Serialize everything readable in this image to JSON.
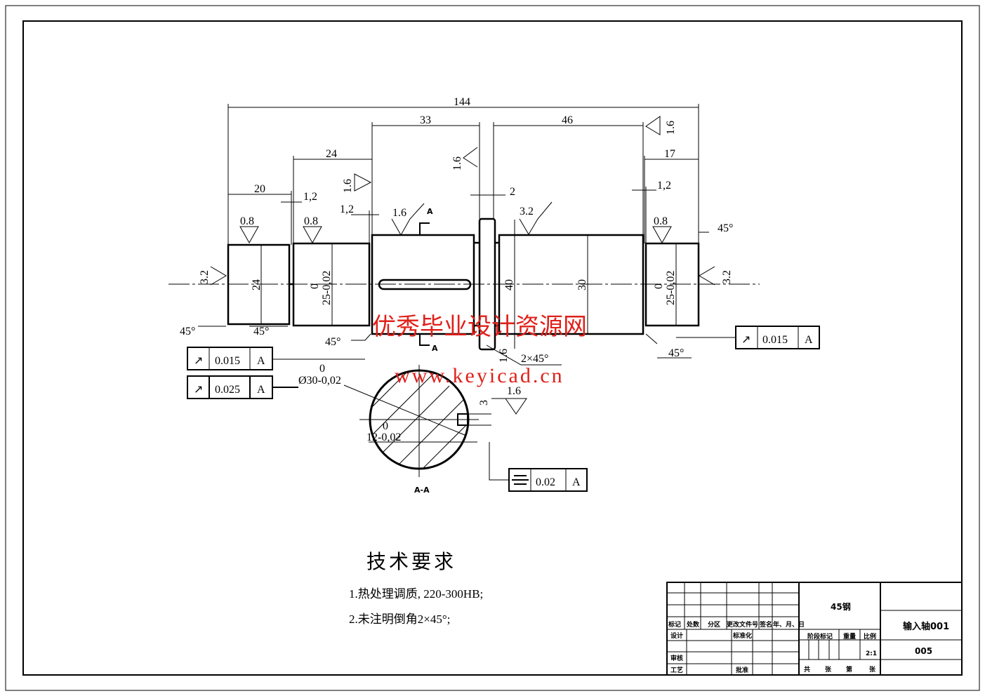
{
  "dims": {
    "d144": "144",
    "d33": "33",
    "d46": "46",
    "d24": "24",
    "d17": "17",
    "d20": "20",
    "d12a": "1,2",
    "d12b": "1,2",
    "d12c": "1,2",
    "d2": "2",
    "d24v": "24",
    "d25a": "25-0,02",
    "d25a0": "0",
    "d40": "40",
    "d30": "30",
    "d25b": "25-0,02",
    "d25b0": "0",
    "ch1": "45°",
    "ch2": "45°",
    "ch3": "45°",
    "ch4": "45°",
    "ch5": "45°",
    "ch2x45": "2×45°",
    "d30s": "Ø30-0,02",
    "d30s0": "0",
    "d12s": "12-0,02",
    "d12s0": "0",
    "d3": "3",
    "sec": "A-A",
    "secm1": "A",
    "secm2": "A"
  },
  "rough": {
    "r1": "0.8",
    "r2": "0.8",
    "r3": "1.6",
    "r4": "3.2",
    "r5": "0.8",
    "r6": "3.2",
    "r7": "3.2",
    "r8": "1.6",
    "r9": "1.6",
    "r10": "1.6",
    "r11": "1.6",
    "r12": "1.6"
  },
  "tol": [
    {
      "value": "0.015",
      "datum": "A"
    },
    {
      "value": "0.025",
      "datum": "A"
    },
    {
      "value": "0.015",
      "datum": "A"
    },
    {
      "value": "0.02",
      "datum": "A"
    }
  ],
  "tech": {
    "title": "技术要求",
    "items": [
      "1.热处理调质, 220-300HB;",
      "2.未注明倒角2×45°;"
    ]
  },
  "title_block": {
    "material": "45钢",
    "name": "输入轴001",
    "code": "005",
    "scale_label": "比例",
    "scale": "2:1",
    "stage": "阶段标记",
    "weight": "重量",
    "h": [
      "标记",
      "处数",
      "分区",
      "更改文件号",
      "签名",
      "年、月、日"
    ],
    "design": "设计",
    "std": "标准化",
    "review": "审核",
    "process": "工艺",
    "approve": "批准",
    "sheets": [
      "共",
      "张",
      "第",
      "张"
    ]
  },
  "watermark": {
    "line1": "优秀毕业设计资源网",
    "line2": "www.keyicad.cn"
  }
}
